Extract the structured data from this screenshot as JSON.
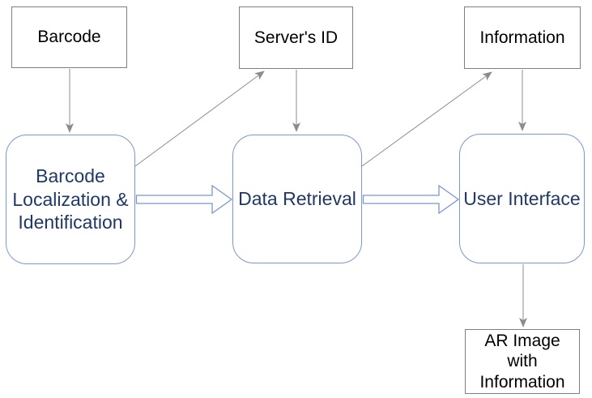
{
  "diagram": {
    "nodes": {
      "barcode": "Barcode",
      "servers_id": "Server's ID",
      "information": "Information",
      "localization": "Barcode Localization & Identification",
      "data_retrieval": "Data Retrieval",
      "user_interface": "User Interface",
      "ar_image": "AR Image with Information"
    },
    "connections": [
      {
        "from": "barcode",
        "to": "localization",
        "style": "thin-gray-arrow"
      },
      {
        "from": "localization",
        "to": "servers_id",
        "style": "thin-gray-arrow"
      },
      {
        "from": "servers_id",
        "to": "data_retrieval",
        "style": "thin-gray-arrow"
      },
      {
        "from": "localization",
        "to": "data_retrieval",
        "style": "hollow-block-arrow"
      },
      {
        "from": "data_retrieval",
        "to": "information",
        "style": "thin-gray-arrow"
      },
      {
        "from": "information",
        "to": "user_interface",
        "style": "thin-gray-arrow"
      },
      {
        "from": "data_retrieval",
        "to": "user_interface",
        "style": "hollow-block-arrow"
      },
      {
        "from": "user_interface",
        "to": "ar_image",
        "style": "thin-gray-arrow"
      }
    ],
    "colors": {
      "process_border": "#7b97ce",
      "process_text": "#1f3864",
      "io_border": "#7f7f7f",
      "io_text": "#000000",
      "connector_gray": "#8c8c8c",
      "background": "#ffffff"
    }
  }
}
